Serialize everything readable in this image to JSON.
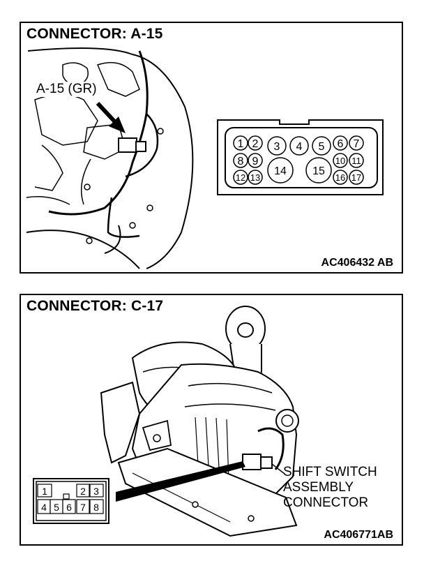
{
  "panels": [
    {
      "title": "CONNECTOR: A-15",
      "code": "AC406432 AB",
      "callout": "A-15 (GR)",
      "connector_pins": [
        "1",
        "2",
        "3",
        "4",
        "5",
        "6",
        "7",
        "8",
        "9",
        "10",
        "11",
        "12",
        "13",
        "14",
        "15",
        "16",
        "17"
      ]
    },
    {
      "title": "CONNECTOR: C-17",
      "code": "AC406771AB",
      "callout_lines": [
        "SHIFT SWITCH",
        "ASSEMBLY",
        "CONNECTOR"
      ],
      "connector_pins": [
        "1",
        "2",
        "3",
        "4",
        "5",
        "6",
        "7",
        "8"
      ]
    }
  ]
}
